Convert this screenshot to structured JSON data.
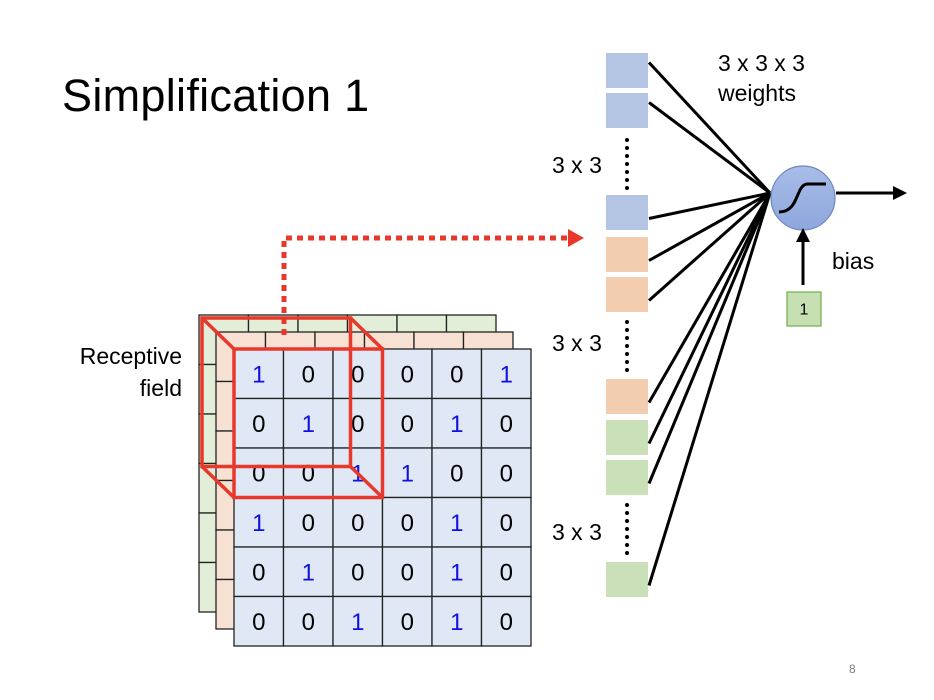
{
  "slide": {
    "title": "Simplification 1",
    "page_number": "8"
  },
  "labels": {
    "receptive_field": "Receptive field",
    "weights": "3 x 3 x 3",
    "weights_line2": "weights",
    "bias": "bias",
    "bias_input": "1",
    "group_labels": [
      "3 x 3",
      "3 x 3",
      "3 x 3"
    ]
  },
  "colors": {
    "channel_blue": "#dfe8f4",
    "channel_orange": "#f6e1d2",
    "channel_green": "#e2eed8",
    "weight_blue": "#b4c5e4",
    "weight_orange": "#f2cdb0",
    "weight_green": "#c9e0b8",
    "highlight_red": "#e8372b",
    "one_color": "#1010e0",
    "neuron_fill": "#8da6dc",
    "bias_box": "#c6e0b4"
  },
  "image_grid": {
    "rows": [
      [
        1,
        0,
        0,
        0,
        0,
        1
      ],
      [
        0,
        1,
        0,
        0,
        1,
        0
      ],
      [
        0,
        0,
        1,
        1,
        0,
        0
      ],
      [
        1,
        0,
        0,
        0,
        1,
        0
      ],
      [
        0,
        1,
        0,
        0,
        1,
        0
      ],
      [
        0,
        0,
        1,
        0,
        1,
        0
      ]
    ]
  },
  "weight_groups": [
    {
      "channel": "blue",
      "visible_boxes": 3
    },
    {
      "channel": "orange",
      "visible_boxes": 3
    },
    {
      "channel": "green",
      "visible_boxes": 3
    }
  ]
}
